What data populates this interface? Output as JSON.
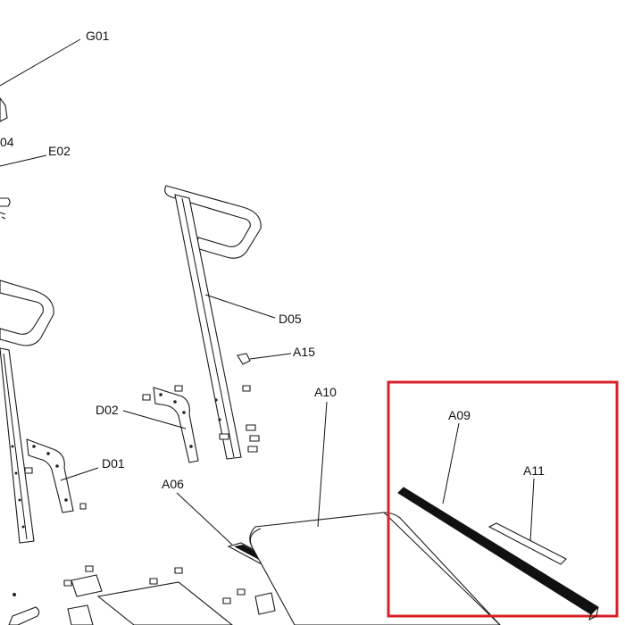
{
  "labels": {
    "g01": "G01",
    "d04": "04",
    "e02": "E02",
    "d05": "D05",
    "a15": "A15",
    "a10": "A10",
    "d02": "D02",
    "d01": "D01",
    "a06": "A06",
    "a09": "A09",
    "a11": "A11"
  },
  "highlight": {
    "color": "#d9202a"
  }
}
